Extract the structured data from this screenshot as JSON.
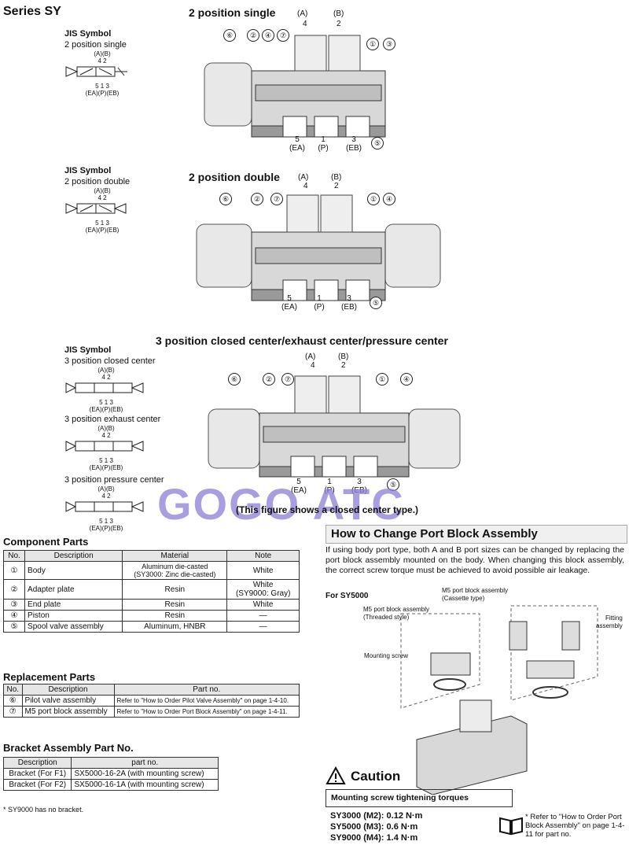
{
  "series_title": "Series SY",
  "sections": {
    "single": {
      "title": "2 position single"
    },
    "double": {
      "title": "2 position double"
    },
    "three": {
      "title": "3 position closed center/exhaust center/pressure center",
      "caption": "(This figure shows a closed center type.)"
    }
  },
  "jis": {
    "heading": "JIS Symbol",
    "single_label": "2 position single",
    "double_label": "2 position double",
    "closed_label": "3 position closed center",
    "exhaust_label": "3 position exhaust center",
    "pressure_label": "3 position pressure center",
    "top_ports": "(A)(B)",
    "top_nums": "4  2",
    "bot_nums": "5  1  3",
    "bot_ports": "(EA)(P)(EB)"
  },
  "ports": {
    "a_label": "(A)",
    "a_num": "4",
    "b_label": "(B)",
    "b_num": "2",
    "ea_num": "5",
    "ea_label": "(EA)",
    "p_num": "1",
    "p_label": "(P)",
    "eb_num": "3",
    "eb_label": "(EB)"
  },
  "callouts": [
    "①",
    "②",
    "③",
    "④",
    "⑤",
    "⑥",
    "⑦"
  ],
  "watermark": "GOGO ATC",
  "component_parts": {
    "title": "Component Parts",
    "headers": [
      "No.",
      "Description",
      "Material",
      "Note"
    ],
    "rows": [
      [
        "①",
        "Body",
        "Aluminum die-casted\n(SY3000: Zinc die-casted)",
        "White"
      ],
      [
        "②",
        "Adapter plate",
        "Resin",
        "White\n(SY9000: Gray)"
      ],
      [
        "③",
        "End plate",
        "Resin",
        "White"
      ],
      [
        "④",
        "Piston",
        "Resin",
        "—"
      ],
      [
        "⑤",
        "Spool valve assembly",
        "Aluminum, HNBR",
        "—"
      ]
    ]
  },
  "replacement_parts": {
    "title": "Replacement Parts",
    "headers": [
      "No.",
      "Description",
      "Part no."
    ],
    "rows": [
      [
        "⑥",
        "Pilot valve assembly",
        "Refer to \"How to Order Pilot Valve Assembly\" on page 1-4-10."
      ],
      [
        "⑦",
        "M5 port block assembly",
        "Refer to \"How to Order Port Block Assembly\" on page 1-4-11."
      ]
    ]
  },
  "bracket": {
    "title": "Bracket Assembly Part No.",
    "headers": [
      "Description",
      "part no."
    ],
    "rows": [
      [
        "Bracket (For F1)",
        "SX5000-16-2A (with mounting screw)"
      ],
      [
        "Bracket (For F2)",
        "SX5000-16-1A (with mounting screw)"
      ]
    ],
    "note": "* SY9000 has no bracket."
  },
  "port_block": {
    "title": "How to Change Port Block Assembly",
    "body": "If using body port type, both A and B port sizes can be changed by replacing the port block assembly mounted on the body. When changing this block assembly, the correct screw torque must be achieved to avoid possible air leakage.",
    "for_label": "For SY5000",
    "lbl_cassette": "M5 port block assembly\n(Cassette type)",
    "lbl_threaded": "M5 port block assembly\n(Threaded style)",
    "lbl_fitting": "Fitting\nassembly",
    "lbl_screw": "Mounting screw"
  },
  "caution": {
    "title": "Caution",
    "box": "Mounting screw tightening torques",
    "torques": [
      "SY3000 (M2): 0.12 N·m",
      "SY5000 (M3): 0.6 N·m",
      "SY9000 (M4): 1.4 N·m"
    ],
    "refer": "* Refer to \"How to Order Port Block Assembly\" on page 1-4-11 for part no."
  }
}
